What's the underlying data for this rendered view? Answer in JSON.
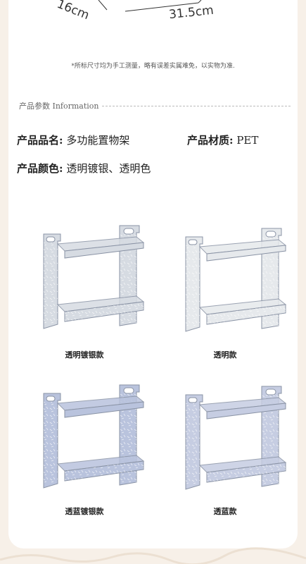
{
  "dimensions": {
    "left": "16cm",
    "right": "31.5cm"
  },
  "note": "*所标尺寸均为手工测量，略有误差实属难免，以实物为准.",
  "info": {
    "title": "产品参数 Information"
  },
  "params": {
    "name_key": "产品品名:",
    "name_val": "多功能置物架",
    "material_key": "产品材质:",
    "material_val": "PET",
    "color_key": "产品颜色:",
    "color_val": "透明镀银、透明色"
  },
  "products": [
    {
      "caption": "透明镀银款",
      "tint": "#d6dbe2"
    },
    {
      "caption": "透明款",
      "tint": "#e6e9ec"
    },
    {
      "caption": "透蓝镀银款",
      "tint": "#b9c3dd"
    },
    {
      "caption": "透蓝款",
      "tint": "#c6cde2"
    }
  ]
}
